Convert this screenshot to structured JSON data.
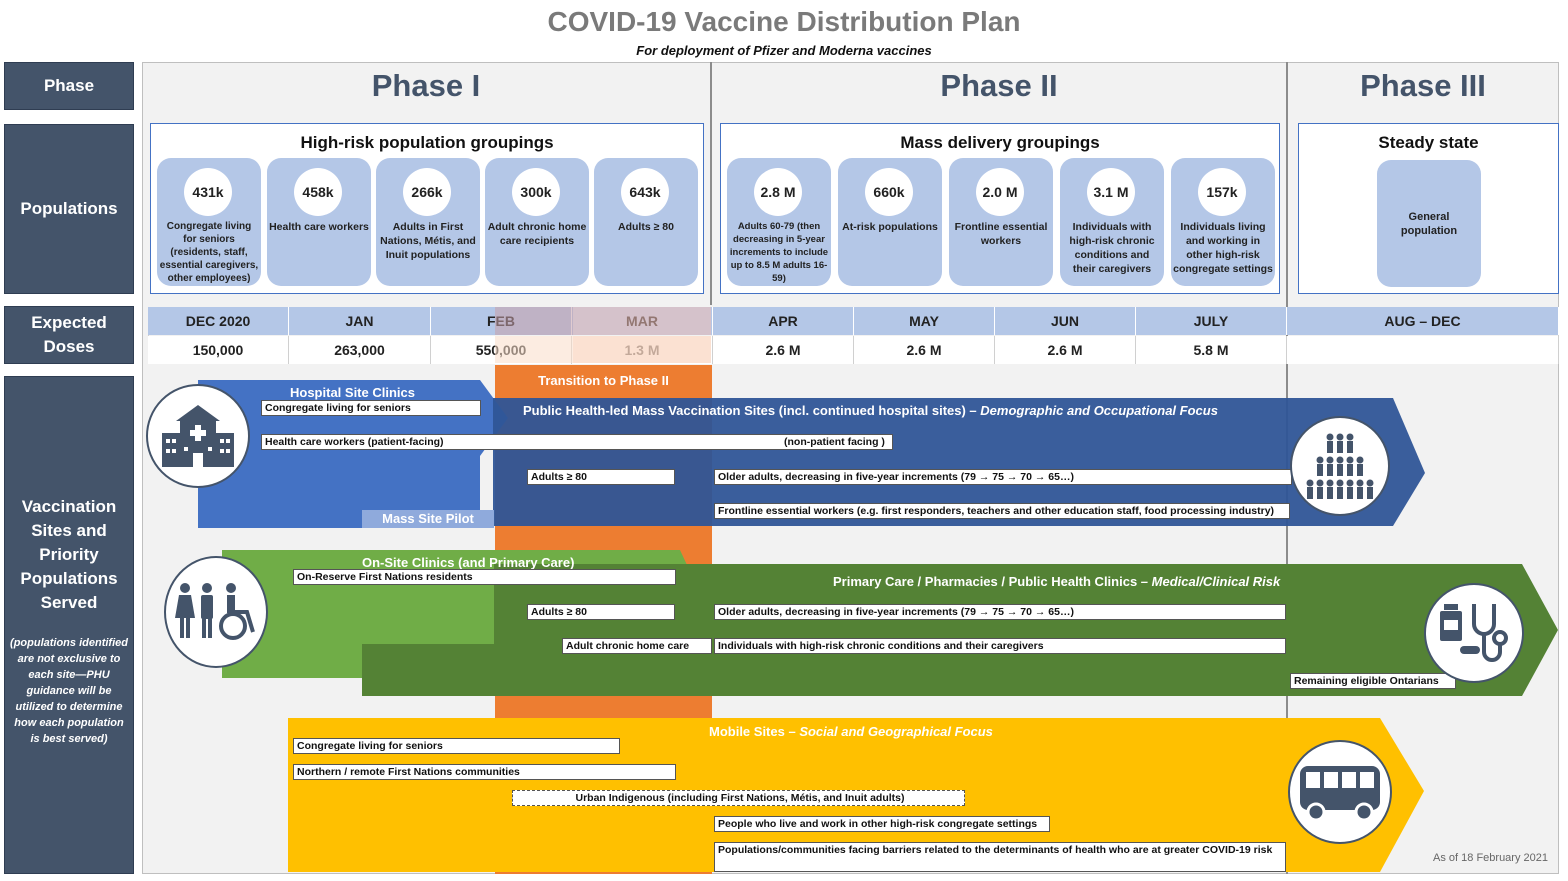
{
  "title": "COVID-19 Vaccine Distribution Plan",
  "subtitle": "For deployment of Pfizer and Moderna vaccines",
  "row_heads": {
    "phase": "Phase",
    "populations": "Populations",
    "doses_line1": "Expected",
    "doses_line2": "Doses",
    "sites_lines": [
      "Vaccination",
      "Sites and",
      "Priority",
      "Populations",
      "Served"
    ],
    "sites_note_lines": [
      "(populations identified",
      "are not exclusive to",
      "each site—PHU",
      "guidance will be",
      "utilized to determine",
      "how each population",
      "is best served)"
    ]
  },
  "phases": [
    "Phase I",
    "Phase II",
    "Phase III"
  ],
  "groups": {
    "g1": {
      "title": "High-risk population groupings",
      "items": [
        {
          "value": "431k",
          "label": "Congregate living for seniors (residents, staff, essential caregivers, other employees)"
        },
        {
          "value": "458k",
          "label": "Health care workers"
        },
        {
          "value": "266k",
          "label": "Adults in First Nations, Métis, and Inuit populations"
        },
        {
          "value": "300k",
          "label": "Adult chronic home care recipients"
        },
        {
          "value": "643k",
          "label": "Adults ≥ 80"
        }
      ]
    },
    "g2": {
      "title": "Mass delivery groupings",
      "items": [
        {
          "value": "2.8 M",
          "label": "Adults 60-79 (then decreasing in 5-year increments to include up to 8.5 M adults 16-59)"
        },
        {
          "value": "660k",
          "label": "At-risk populations"
        },
        {
          "value": "2.0 M",
          "label": "Frontline essential workers"
        },
        {
          "value": "3.1 M",
          "label": "Individuals with high-risk chronic conditions and their caregivers"
        },
        {
          "value": "157k",
          "label": "Individuals living and working in other high-risk congregate settings"
        }
      ]
    },
    "g3": {
      "title": "Steady state",
      "items": [
        {
          "label": "General population"
        }
      ]
    }
  },
  "doses": {
    "months": [
      "DEC 2020",
      "JAN",
      "FEB",
      "MAR",
      "APR",
      "MAY",
      "JUN",
      "JULY",
      "AUG – DEC"
    ],
    "values": [
      "150,000",
      "263,000",
      "550,000",
      "1.3 M",
      "2.6 M",
      "2.6 M",
      "2.6 M",
      "5.8 M",
      ""
    ]
  },
  "transition_label": "Transition to Phase II",
  "hospital": {
    "head": "Hospital Site Clinics",
    "mass_head_main": "Public Health-led Mass Vaccination Sites (incl. continued hospital sites) – ",
    "mass_head_em": "Demographic and Occupational Focus",
    "pilot": "Mass Site Pilot",
    "labels": {
      "congregate": "Congregate living for seniors",
      "hcw": "Health care workers (patient-facing)",
      "nonpatient": "(non-patient facing )",
      "adults80": "Adults ≥ 80",
      "older": "Older adults, decreasing in five-year increments (79 → 75 → 70 → 65…)",
      "frontline": "Frontline essential workers (e.g. first responders, teachers and other education staff, food processing industry)"
    }
  },
  "onsite": {
    "head": "On-Site Clinics (and Primary Care)",
    "primary_head_main": "Primary Care / Pharmacies / Public Health Clinics – ",
    "primary_head_em": "Medical/Clinical Risk",
    "labels": {
      "reserve": "On-Reserve First Nations residents",
      "adults80": "Adults ≥ 80",
      "homecare": "Adult chronic home care",
      "older": "Older adults, decreasing in five-year increments (79 → 75 → 70 → 65…)",
      "chronic": "Individuals with high-risk chronic conditions and their caregivers",
      "remaining": "Remaining eligible Ontarians"
    }
  },
  "mobile": {
    "head_main": "Mobile Sites – ",
    "head_em": "Social and Geographical Focus",
    "labels": {
      "congregate": "Congregate living for seniors",
      "northern": "Northern / remote First Nations communities",
      "urban": "Urban Indigenous (including First Nations, Métis, and Inuit adults)",
      "people": "People who live and work in other high-risk congregate settings",
      "barriers": "Populations/communities facing barriers related to the determinants of health who are at greater COVID-19 risk"
    }
  },
  "as_of": "As of 18 February  2021",
  "colors": {
    "slate": "#44546a",
    "blue": "#4472c4",
    "darkblue": "#2f5597",
    "green": "#70ad47",
    "darkgreen": "#548235",
    "orange": "#ed7d31",
    "yellow": "#ffc000",
    "pill": "#b4c7e7"
  },
  "icons": [
    "hospital-icon",
    "people-pyramid-icon",
    "people-accessibility-icon",
    "medicine-stethoscope-icon",
    "bus-icon"
  ]
}
